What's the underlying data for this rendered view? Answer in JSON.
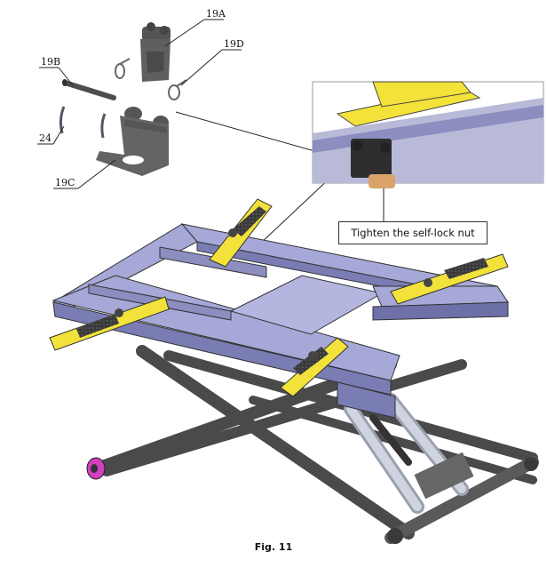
{
  "callouts": {
    "c19a": "19A",
    "c19b": "19B",
    "c19c": "19C",
    "c19d": "19D",
    "c24": "24"
  },
  "note": "Tighten the self-lock nut",
  "caption": "Fig. 11",
  "colors": {
    "frame": "#a6a8d8",
    "frame_dark": "#6e70a8",
    "pad": "#f2e23a",
    "pad_rubber": "#3a3a3a",
    "scissor": "#555555",
    "cylinder": "#c8ccd6",
    "end_cap": "#d040c0",
    "part_gray": "#6a6a6a"
  }
}
